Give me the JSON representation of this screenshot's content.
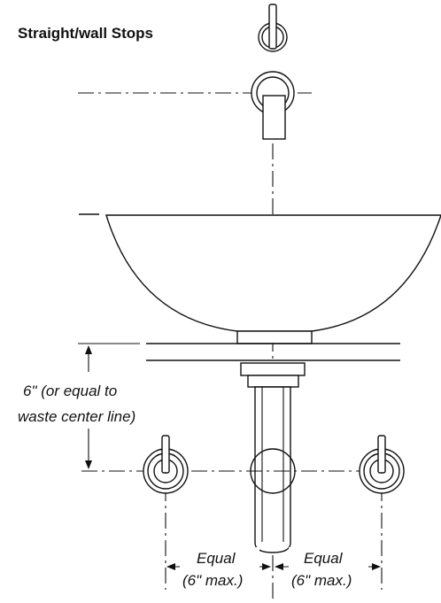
{
  "title": "Straight/wall Stops",
  "labels": {
    "height_line1": "6\" (or equal to",
    "height_line2": "waste center line)",
    "left_equal_line1": "Equal",
    "left_equal_line2": "(6\" max.)",
    "right_equal_line1": "Equal",
    "right_equal_line2": "(6\" max.)"
  },
  "colors": {
    "line": "#111111",
    "background": "#ffffff"
  }
}
